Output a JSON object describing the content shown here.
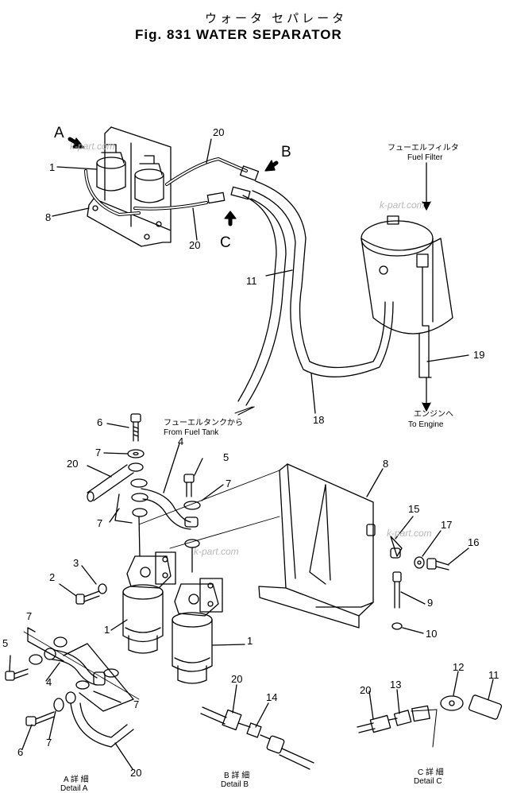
{
  "figure": {
    "title_jp": "ウォータ セパレータ",
    "title_en": "Fig. 831 WATER SEPARATOR"
  },
  "callouts": {
    "view_a": "A",
    "view_b": "B",
    "view_c": "C"
  },
  "annotations": {
    "fuel_filter_jp": "フューエルフィルタ",
    "fuel_filter_en": "Fuel Filter",
    "from_tank_jp": "フューエルタンクから",
    "from_tank_en": "From Fuel Tank",
    "to_engine_jp": "エンジンへ",
    "to_engine_en": "To Engine"
  },
  "details": {
    "a_jp": "A 詳 細",
    "a_en": "Detail A",
    "b_jp": "B 詳 細",
    "b_en": "Detail B",
    "c_jp": "C 詳 細",
    "c_en": "Detail C"
  },
  "watermark": "k-part.com",
  "part_numbers": {
    "top_1": "1",
    "top_8": "8",
    "top_20a": "20",
    "top_20b": "20",
    "top_11": "11",
    "top_18": "18",
    "top_19": "19",
    "p6a": "6",
    "p7a": "7",
    "p20a": "20",
    "p4a": "4",
    "p5a": "5",
    "p7b": "7",
    "p7c": "7",
    "p3": "3",
    "p2": "2",
    "p8": "8",
    "p15": "15",
    "p17": "17",
    "p16": "16",
    "p9": "9",
    "p10": "10",
    "p1a": "1",
    "p1b": "1",
    "p7d": "7",
    "p5b": "5",
    "p4b": "4",
    "p7e": "7",
    "p6b": "6",
    "p7f": "7",
    "p20b": "20",
    "p20c": "20",
    "p14": "14",
    "p20d": "20",
    "p13": "13",
    "p12": "12",
    "p11": "11"
  }
}
